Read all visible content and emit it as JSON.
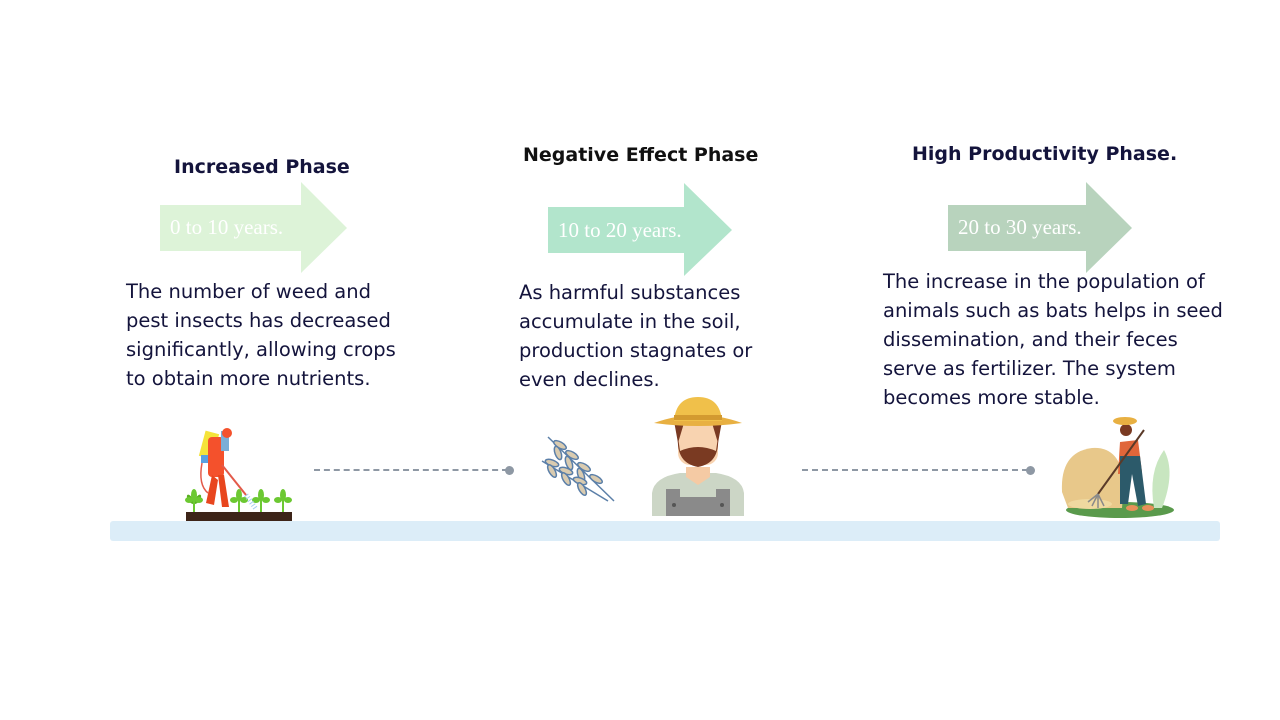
{
  "phases": [
    {
      "title": "Increased Phase",
      "period": "0 to 10 years.",
      "description": "The number of weed and pest insects has decreased significantly, allowing crops to obtain more nutrients.",
      "arrow_color": "#ddf3d8",
      "illustration": "farmer-spraying-crops-icon"
    },
    {
      "title": "Negative Effect Phase",
      "period": "10 to 20 years.",
      "description": "As harmful substances accumulate in the soil, production stagnates or even declines.",
      "arrow_color": "#b2e5cc",
      "illustration": "farmer-with-straw-hat-icon"
    },
    {
      "title": "High Productivity Phase.",
      "period": "20 to 30 years.",
      "description": "The increase in the population of animals such as bats helps in seed dissemination, and their feces serve as fertilizer. The system becomes more stable.",
      "arrow_color": "#b8d3bd",
      "illustration": "farmer-raking-hay-icon"
    }
  ],
  "colors": {
    "text": "#14143c",
    "timeline": "#dcedf8",
    "connector": "#8e98a4"
  }
}
